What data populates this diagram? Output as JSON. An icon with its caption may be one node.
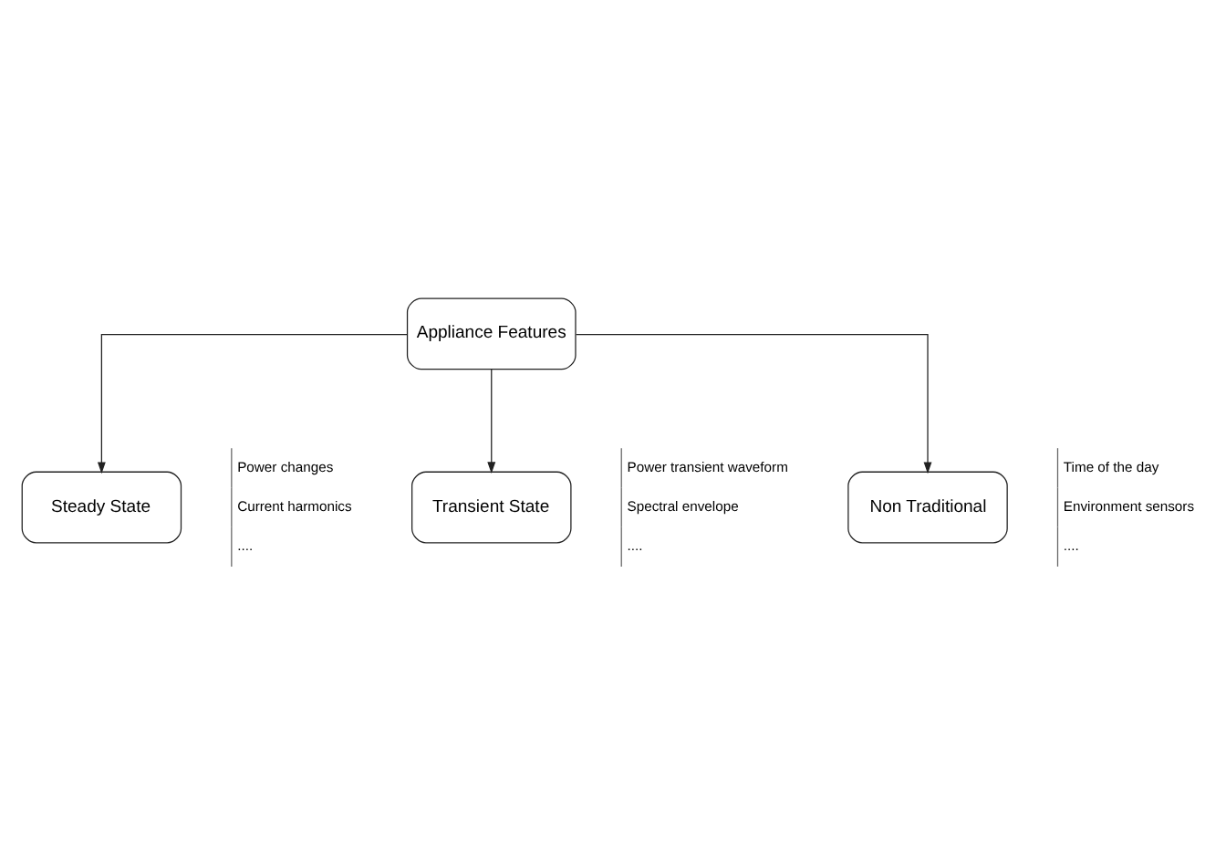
{
  "diagram": {
    "nodes": [
      {
        "text": [
          "Appliance Features"
        ]
      },
      {
        "text": [
          "Steady State"
        ],
        "beside": [
          "Power changes",
          "Current harmonics",
          "...."
        ]
      },
      {
        "text": [
          "Transient State"
        ],
        "beside": [
          "Power transient waveform",
          "Spectral envelope",
          "...."
        ]
      },
      {
        "text": [
          "Non Traditional"
        ],
        "beside": [
          "Time of the day",
          "Environment sensors",
          "...."
        ]
      }
    ],
    "edges": [
      {
        "from": 0,
        "to": 1,
        "arrow": "to"
      },
      {
        "from": 0,
        "to": 2,
        "arrow": "to"
      },
      {
        "from": 0,
        "to": 3,
        "arrow": "to"
      }
    ]
  }
}
